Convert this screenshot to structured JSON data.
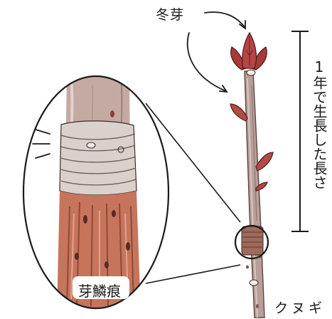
{
  "labels": {
    "winter_bud": "冬芽",
    "one_year_growth": "1年で生長した長さ",
    "bud_scale_scar": "芽鱗痕",
    "species": "クヌギ"
  },
  "colors": {
    "bark": "#b89f98",
    "bark_shadow": "#8c6f6a",
    "bud": "#a83a3a",
    "scar_band": "#d9d2cc",
    "old_bark": "#c7745c",
    "ink": "#1a1a1a"
  }
}
